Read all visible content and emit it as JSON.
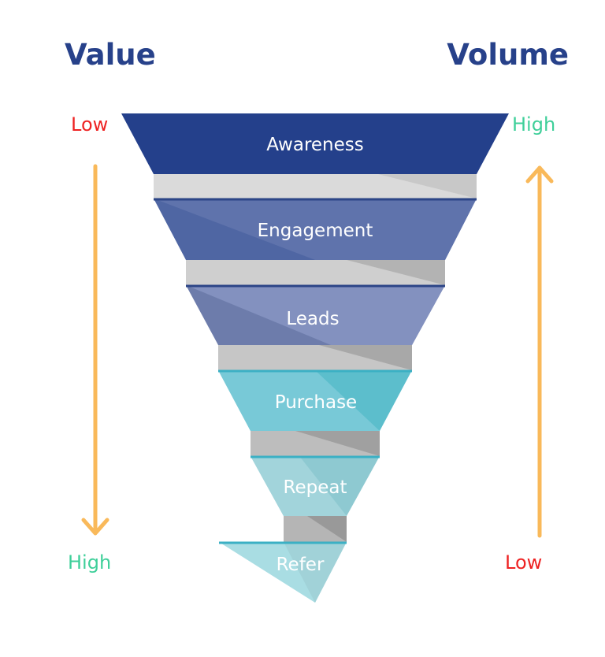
{
  "headings": {
    "left": "Value",
    "right": "Volume"
  },
  "left_axis": {
    "top": "Low",
    "bottom": "High",
    "direction": "down"
  },
  "right_axis": {
    "top": "High",
    "bottom": "Low",
    "direction": "up"
  },
  "colors": {
    "heading": "#27418a",
    "low": "#ee2222",
    "high": "#3fcf9a",
    "arrow": "#f9b95a",
    "shadow": "#b8b8b8"
  },
  "stages": [
    {
      "label": "Awareness",
      "color": "#24408b"
    },
    {
      "label": "Engagement",
      "color": "#5a70aa"
    },
    {
      "label": "Leads",
      "color": "#7b89b4"
    },
    {
      "label": "Purchase",
      "color": "#5cbecc"
    },
    {
      "label": "Repeat",
      "color": "#8ec9d1"
    },
    {
      "label": "Refer",
      "color": "#a9dde3"
    }
  ]
}
